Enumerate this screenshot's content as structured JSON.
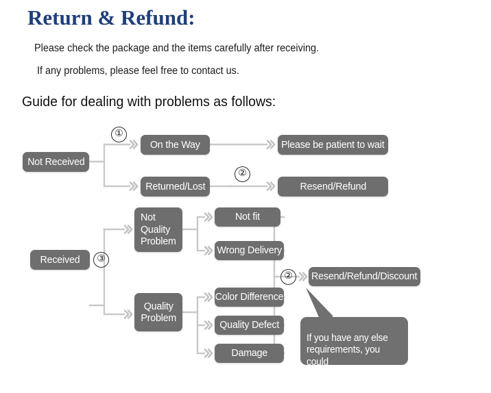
{
  "header": {
    "title": "Return & Refund:",
    "intro_line_1": "Please check the package and the items carefully after receiving.",
    "intro_line_2": "If any problems, please feel free to contact us.",
    "guide_heading": "Guide for dealing with problems as follows:"
  },
  "colors": {
    "title": "#1f3f7a",
    "node_fill": "#6e6e6e",
    "node_text": "#ffffff",
    "connector": "#c9c9c9",
    "bubble_fill": "#707070",
    "background": "#ffffff"
  },
  "flowchart": {
    "nodes": {
      "not_received": "Not Received",
      "on_the_way": "On the Way",
      "returned_lost": "Returned/Lost",
      "please_be_patient": "Please be patient to wait",
      "resend_refund": "Resend/Refund",
      "received": "Received",
      "not_quality_problem": "Not\nQuality\nProblem",
      "quality_problem": "Quality\nProblem",
      "not_fit": "Not fit",
      "wrong_delivery": "Wrong Delivery",
      "color_difference": "Color Difference",
      "quality_defect": "Quality Defect",
      "damage": "Damage",
      "resend_refund_discount": "Resend/Refund/Discount"
    },
    "steps": {
      "step_1": "①",
      "step_2_top": "②",
      "step_3": "③",
      "step_2_bottom": "②"
    },
    "callout": "If you have any else\nrequirements, you could\nalso tell us!"
  }
}
